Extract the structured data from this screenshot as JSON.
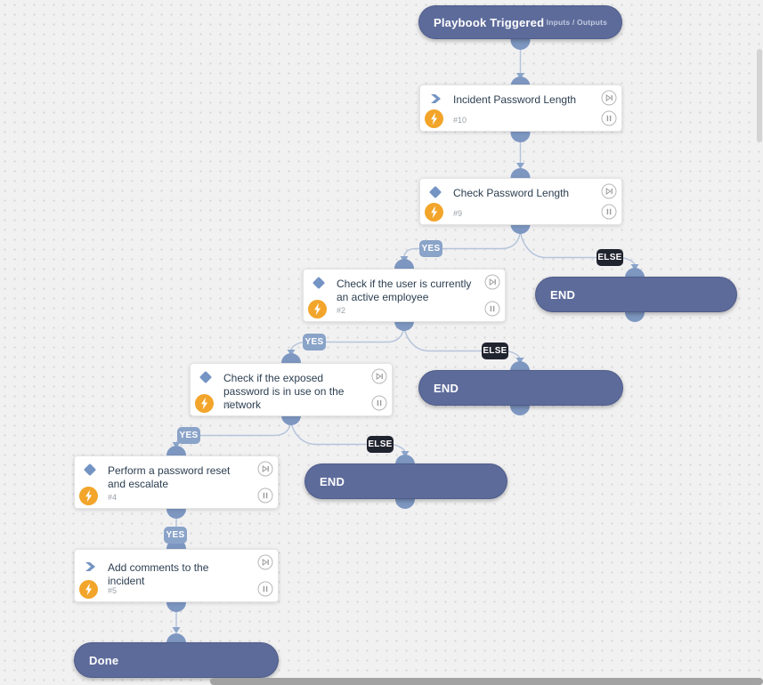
{
  "start": {
    "label": "Playbook Triggered",
    "io": "Inputs / Outputs"
  },
  "nodes": [
    {
      "title": "Incident Password Length",
      "num": "#10",
      "kind": "task"
    },
    {
      "title": "Check Password Length",
      "num": "#9",
      "kind": "condition"
    },
    {
      "title": "Check if the user is currently an active employee",
      "num": "#2",
      "kind": "condition"
    },
    {
      "title": "Check if the exposed password is in use on the network",
      "num": "#3",
      "kind": "condition"
    },
    {
      "title": "Perform a password reset and escalate",
      "num": "#4",
      "kind": "condition"
    },
    {
      "title": "Add comments to the incident",
      "num": "#5",
      "kind": "task"
    }
  ],
  "ends": [
    "END",
    "END",
    "END"
  ],
  "done": "Done",
  "labels": {
    "yes": "YES",
    "else": "ELSE"
  },
  "colors": {
    "node_pill": "#5d6b9b",
    "yes_badge": "#8aa3c8",
    "else_badge": "#20242f",
    "bolt_orange": "#f2a52a",
    "condition_blue": "#7494c4",
    "wire": "#b6c4da"
  }
}
